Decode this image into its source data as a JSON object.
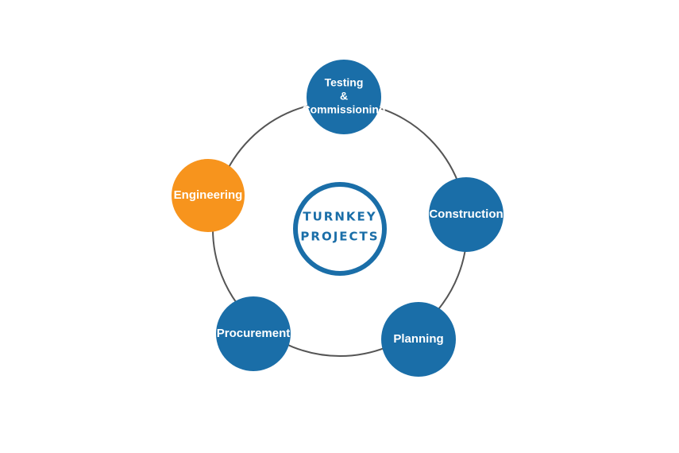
{
  "center": {
    "line1": "TURNKEY",
    "line2": "PROJECTS"
  },
  "colors": {
    "node_default": "#1a6ea8",
    "node_highlight": "#f7941d",
    "ring": "#555555"
  },
  "nodes": [
    {
      "id": "testing",
      "lines": [
        "Testing",
        "&",
        "Commissioning"
      ],
      "highlight": false
    },
    {
      "id": "construction",
      "lines": [
        "Construction"
      ],
      "highlight": false
    },
    {
      "id": "planning",
      "lines": [
        "Planning"
      ],
      "highlight": false
    },
    {
      "id": "procurement",
      "lines": [
        "Procurement"
      ],
      "highlight": false
    },
    {
      "id": "engineering",
      "lines": [
        "Engineering"
      ],
      "highlight": true
    }
  ]
}
